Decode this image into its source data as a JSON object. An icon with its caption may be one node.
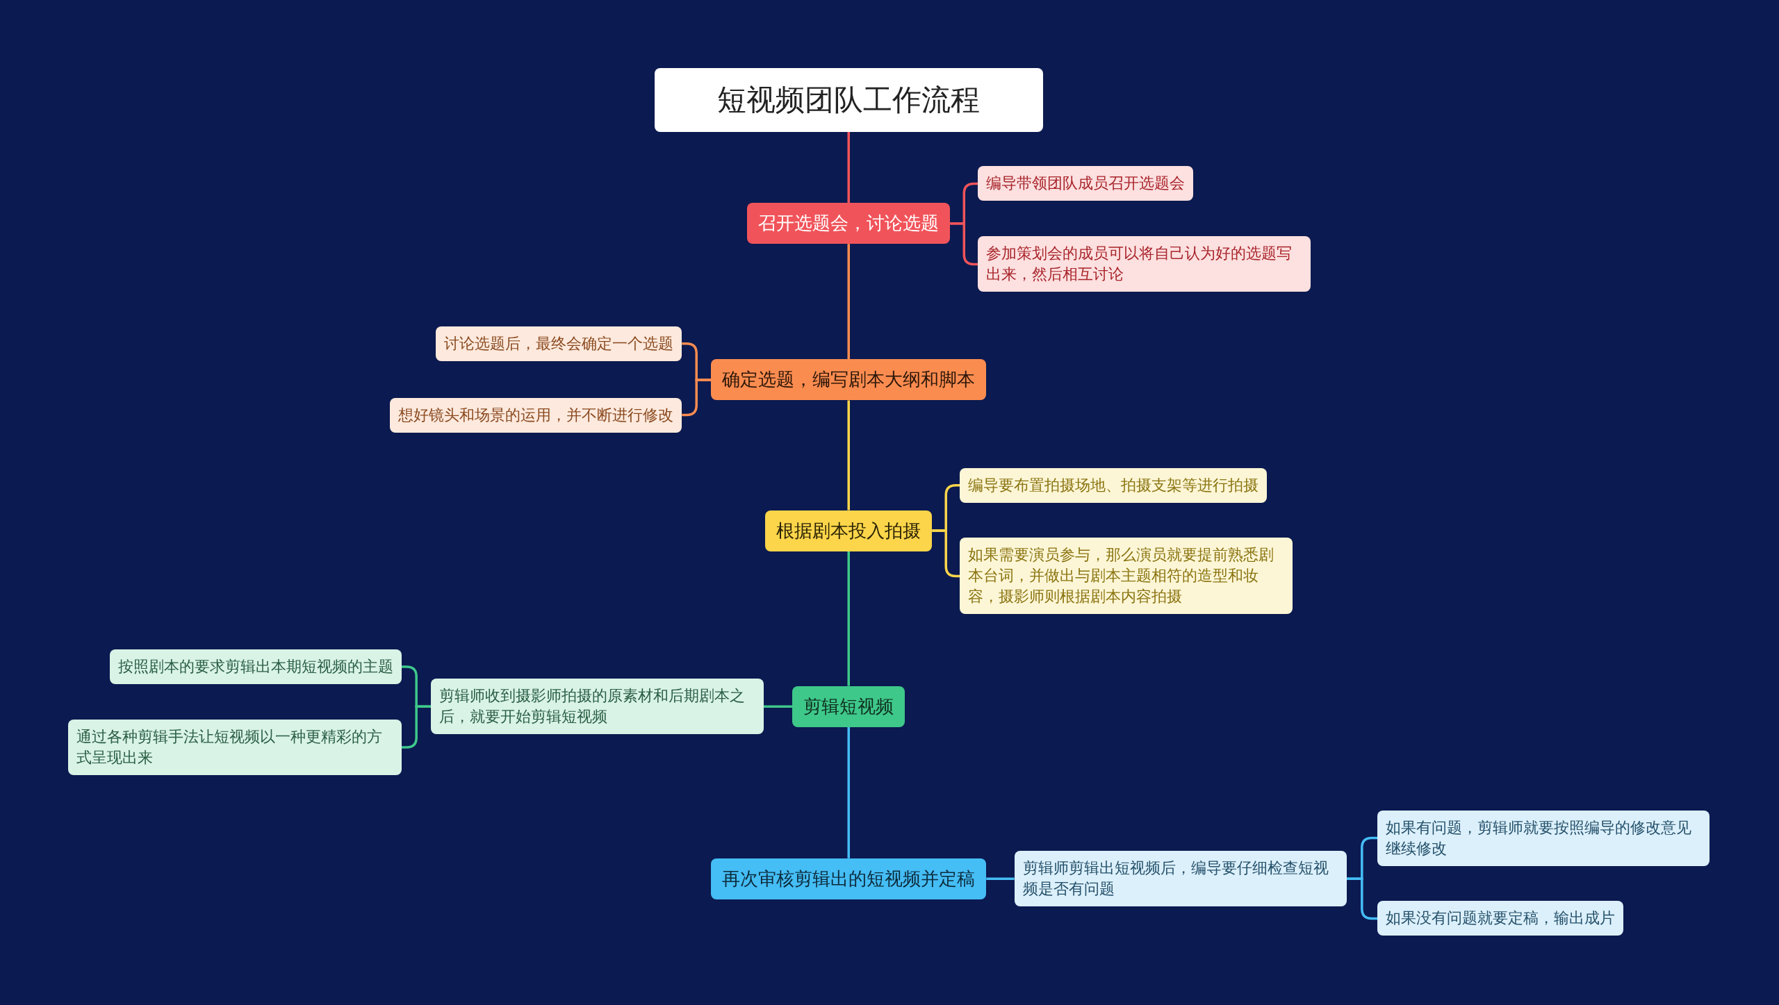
{
  "diagram": {
    "nodes": [
      {
        "text": [
          "短视频团队工作流程"
        ]
      },
      {
        "text": [
          "召开选题会，讨论选题"
        ]
      },
      {
        "text": [
          "编导带领团队成员召开选题会"
        ]
      },
      {
        "text": [
          "参加策划会的成员可以将自己认为好的选题写出来，然后相互讨论"
        ]
      },
      {
        "text": [
          "确定选题，编写剧本大纲和脚本"
        ]
      },
      {
        "text": [
          "讨论选题后，最终会确定一个选题"
        ]
      },
      {
        "text": [
          "想好镜头和场景的运用，并不断进行修改"
        ]
      },
      {
        "text": [
          "根据剧本投入拍摄"
        ]
      },
      {
        "text": [
          "编导要布置拍摄场地、拍摄支架等进行拍摄"
        ]
      },
      {
        "text": [
          "如果需要演员参与，那么演员就要提前熟悉剧本台词，并做出与剧本主题相符的造型和妆容，摄影师则根据剧本内容拍摄"
        ]
      },
      {
        "text": [
          "剪辑短视频"
        ]
      },
      {
        "text": [
          "剪辑师收到摄影师拍摄的原素材和后期剧本之后，就要开始剪辑短视频"
        ]
      },
      {
        "text": [
          "按照剧本的要求剪辑出本期短视频的主题"
        ]
      },
      {
        "text": [
          "通过各种剪辑手法让短视频以一种更精彩的方式呈现出来"
        ]
      },
      {
        "text": [
          "再次审核剪辑出的短视频并定稿"
        ]
      },
      {
        "text": [
          "剪辑师剪辑出短视频后，编导要仔细检查短视频是否有问题"
        ]
      },
      {
        "text": [
          "如果有问题，剪辑师就要按照编导的修改意见继续修改"
        ]
      },
      {
        "text": [
          "如果没有问题就要定稿，输出成片"
        ]
      }
    ],
    "edges": [
      {
        "from": 0,
        "to": 1,
        "arrow": "none",
        "color": "#f0545a"
      },
      {
        "from": 1,
        "to": 2,
        "arrow": "none",
        "color": "#f0545a"
      },
      {
        "from": 1,
        "to": 3,
        "arrow": "none",
        "color": "#f0545a"
      },
      {
        "from": 1,
        "to": 4,
        "arrow": "none",
        "color": "#fb8c50"
      },
      {
        "from": 4,
        "to": 5,
        "arrow": "none",
        "color": "#fb8c50"
      },
      {
        "from": 4,
        "to": 6,
        "arrow": "none",
        "color": "#fb8c50"
      },
      {
        "from": 4,
        "to": 7,
        "arrow": "none",
        "color": "#fcd54a"
      },
      {
        "from": 7,
        "to": 8,
        "arrow": "none",
        "color": "#fcd54a"
      },
      {
        "from": 7,
        "to": 9,
        "arrow": "none",
        "color": "#fcd54a"
      },
      {
        "from": 7,
        "to": 10,
        "arrow": "none",
        "color": "#3ec88a"
      },
      {
        "from": 10,
        "to": 11,
        "arrow": "none",
        "color": "#3ec88a"
      },
      {
        "from": 11,
        "to": 12,
        "arrow": "none",
        "color": "#3ec88a"
      },
      {
        "from": 11,
        "to": 13,
        "arrow": "none",
        "color": "#3ec88a"
      },
      {
        "from": 10,
        "to": 14,
        "arrow": "none",
        "color": "#45bdf5"
      },
      {
        "from": 14,
        "to": 15,
        "arrow": "none",
        "color": "#45bdf5"
      },
      {
        "from": 15,
        "to": 16,
        "arrow": "none",
        "color": "#45bdf5"
      },
      {
        "from": 15,
        "to": 17,
        "arrow": "none",
        "color": "#45bdf5"
      }
    ]
  }
}
